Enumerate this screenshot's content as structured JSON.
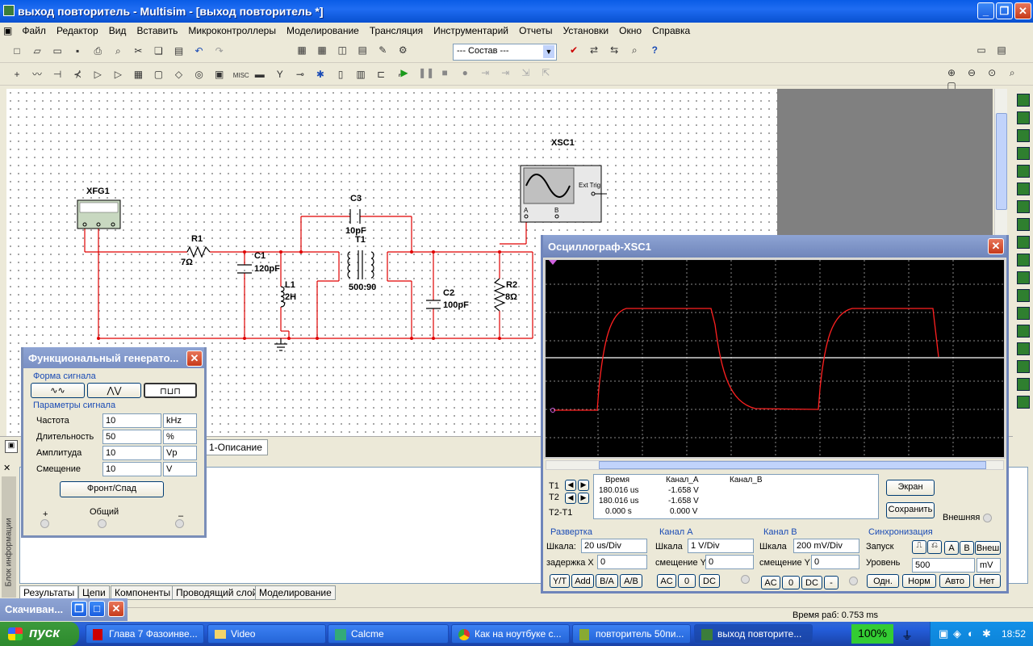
{
  "window": {
    "title": "выход повторитель - Multisim - [выход повторитель *]"
  },
  "menu": [
    "Файл",
    "Редактор",
    "Вид",
    "Вставить",
    "Микроконтроллеры",
    "Моделирование",
    "Трансляция",
    "Инструментарий",
    "Отчеты",
    "Установки",
    "Окно",
    "Справка"
  ],
  "toolbar": {
    "dropdown_value": "--- Состав ---"
  },
  "schematic": {
    "xfg1": "XFG1",
    "xsc1": "XSC1",
    "r1_name": "R1",
    "r1_val": "7Ω",
    "c1_name": "C1",
    "c1_val": "120pF",
    "l1_name": "L1",
    "l1_val": "2H",
    "c3_name": "C3",
    "c3_val": "10pF",
    "t1_name": "T1",
    "t1_val": "500:90",
    "c2_name": "C2",
    "c2_val": "100pF",
    "r2_name": "R2",
    "r2_val": "8Ω",
    "ext_trig": "Ext Trig",
    "ch_a": "A",
    "ch_b": "B",
    "tab_label": "1-Описание"
  },
  "funcgen": {
    "title": "Функциональный генерато...",
    "waveform_label": "Форма сигнала",
    "params_label": "Параметры сигнала",
    "freq_label": "Частота",
    "freq_value": "10",
    "freq_unit": "kHz",
    "duty_label": "Длительность",
    "duty_value": "50",
    "duty_unit": "%",
    "amp_label": "Амплитуда",
    "amp_value": "10",
    "amp_unit": "Vp",
    "offset_label": "Смещение",
    "offset_value": "10",
    "offset_unit": "V",
    "edge_button": "Фронт/Спад",
    "plus": "+",
    "common": "Общий",
    "minus": "–"
  },
  "oscilloscope": {
    "title": "Осциллограф-XSC1",
    "t1": "T1",
    "t2": "T2",
    "t2t1": "T2-T1",
    "col_time": "Время",
    "col_a": "Канал_A",
    "col_b": "Канал_B",
    "row1_time": "180.016 us",
    "row1_a": "-1.658 V",
    "row2_time": "180.016 us",
    "row2_a": "-1.658 V",
    "row3_time": "0.000 s",
    "row3_a": "0.000 V",
    "screen_btn": "Экран",
    "save_btn": "Сохранить",
    "external": "Внешняя",
    "timebase_label": "Развертка",
    "scale_label": "Шкала:",
    "timebase_value": "20 us/Div",
    "delay_label": "задержка X",
    "delay_value": "0",
    "yt": "Y/T",
    "add": "Add",
    "ba": "B/A",
    "ab": "A/B",
    "cha_label": "Канал А",
    "cha_scale_label": "Шкала",
    "cha_scale": "1  V/Div",
    "cha_offset_label": "смещение Y",
    "cha_offset": "0",
    "chb_label": "Канал В",
    "chb_scale_label": "Шкала",
    "chb_scale": "200 mV/Div",
    "chb_offset_label": "смещение Y",
    "chb_offset": "0",
    "ac": "AC",
    "zero": "0",
    "dc": "DC",
    "minus": "-",
    "sync_label": "Синхронизация",
    "trigger_label": "Запуск",
    "trig_a": "A",
    "trig_b": "B",
    "trig_ext": "Внеш",
    "level_label": "Уровень",
    "level_value": "500",
    "level_unit": "mV",
    "single": "Одн.",
    "normal": "Норм",
    "auto": "Авто",
    "none": "Нет"
  },
  "bottom_tabs": [
    "Результаты",
    "Цепи",
    "Компоненты",
    "Проводящий слой",
    "Моделирование"
  ],
  "side_label": "Блок информации",
  "status": {
    "runtime": "Время раб: 0.753 ms"
  },
  "minitask": "Скачиван...",
  "taskbar": {
    "start": "пуск",
    "items": [
      "Глава 7 Фазоинве...",
      "Video",
      "Calcme",
      "Как на ноутбуке с...",
      "повторитель 50пи...",
      "выход повторите..."
    ],
    "zoom": "100%",
    "clock": "18:52"
  }
}
